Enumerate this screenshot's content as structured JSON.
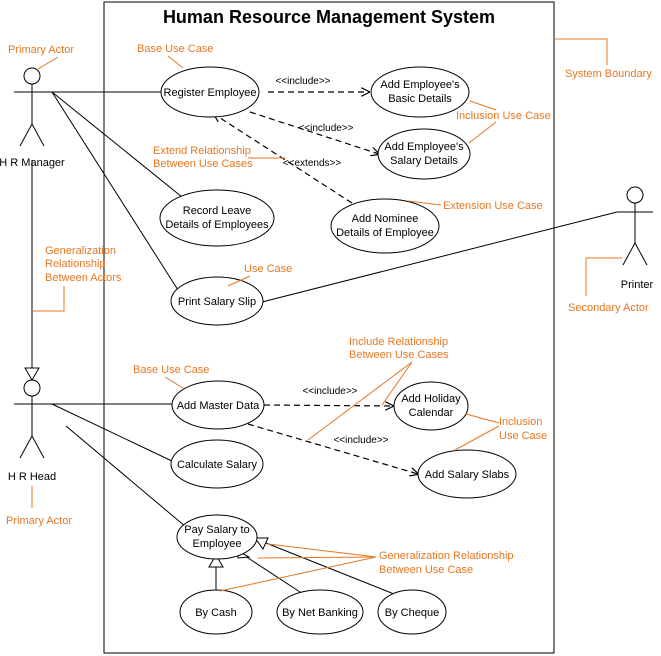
{
  "title": "Human Resource Management System",
  "actors": {
    "hr_manager": "H R Manager",
    "hr_head": "H R Head",
    "printer": "Printer"
  },
  "use_cases": {
    "register_employee": "Register Employee",
    "basic_details": [
      "Add Employee's",
      "Basic Details"
    ],
    "salary_details": [
      "Add Employee's",
      "Salary Details"
    ],
    "record_leave": [
      "Record Leave",
      "Details of Employees"
    ],
    "add_nominee": [
      "Add Nominee",
      "Details of Employee"
    ],
    "print_salary_slip": "Print Salary Slip",
    "add_master_data": "Add Master Data",
    "add_holiday_calendar": [
      "Add Holiday",
      "Calendar"
    ],
    "calculate_salary": "Calculate Salary",
    "add_salary_slabs": "Add Salary Slabs",
    "pay_salary": [
      "Pay Salary to",
      "Employee"
    ],
    "by_cash": "By Cash",
    "by_net_banking": "By Net Banking",
    "by_cheque": "By Cheque"
  },
  "relations": {
    "include_1": "<<include>>",
    "include_2": "<<include>>",
    "extends": "<<extends>>",
    "include_3": "<<include>>",
    "include_4": "<<include>>"
  },
  "notes": {
    "primary_actor_top": "Primary Actor",
    "base_use_case_top": "Base Use Case",
    "system_boundary": "System Boundary",
    "inclusion_use_case": "Inclusion Use Case",
    "extend_relationship": [
      "Extend Relationship",
      "Between Use Cases"
    ],
    "extension_use_case": "Extension Use Case",
    "generalization_actors": [
      "Generalization",
      "Relationship",
      "Between Actors"
    ],
    "use_case": "Use Case",
    "secondary_actor": "Secondary Actor",
    "include_relationship": [
      "Include Relationship",
      "Between Use Cases"
    ],
    "base_use_case_bottom": "Base Use Case",
    "inclusion_use_case_2": [
      "Inclusion",
      "Use Case"
    ],
    "primary_actor_bottom": "Primary Actor",
    "generalization_use_case": [
      "Generalization Relationship",
      "Between Use Case"
    ]
  },
  "colors": {
    "annotation": "#e87722",
    "line": "#000000"
  }
}
